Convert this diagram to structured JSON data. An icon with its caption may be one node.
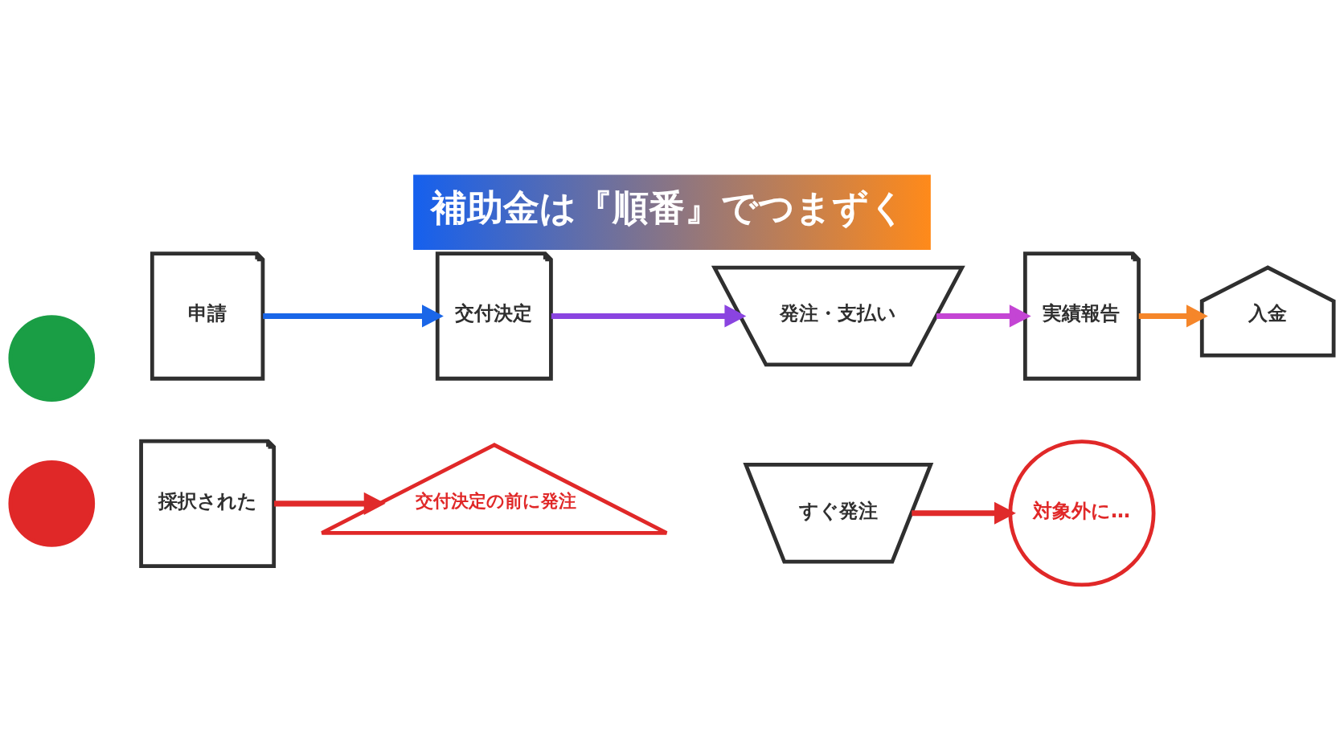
{
  "diagram": {
    "title": "補助金は『順番』でつまずく",
    "nodes": [
      {
        "text": [],
        "shape": "circle"
      },
      {
        "text": [
          "申請"
        ]
      },
      {
        "text": [
          "交付決定"
        ]
      },
      {
        "text": [
          "発注・支払い"
        ]
      },
      {
        "text": [
          "実績報告"
        ]
      },
      {
        "text": [
          "入金"
        ]
      },
      {
        "text": [],
        "shape": "circle"
      },
      {
        "text": [
          "採択された"
        ]
      },
      {
        "text": [
          "交付決定の前に発注"
        ]
      },
      {
        "text": [
          "すぐ発注"
        ]
      },
      {
        "text": [
          "対象外に…"
        ]
      }
    ],
    "edges": [
      {
        "from": 1,
        "to": 2,
        "arrow": "to",
        "color": "#1a66e8"
      },
      {
        "from": 2,
        "to": 3,
        "arrow": "to",
        "color": "#8a44e0"
      },
      {
        "from": 3,
        "to": 4,
        "arrow": "to",
        "color": "#c445d4"
      },
      {
        "from": 4,
        "to": 5,
        "arrow": "to",
        "color": "#f5862a"
      },
      {
        "from": 7,
        "to": 8,
        "arrow": "to",
        "color": "#e02a2a"
      },
      {
        "from": 9,
        "to": 10,
        "arrow": "to",
        "color": "#e02a2a"
      }
    ]
  }
}
